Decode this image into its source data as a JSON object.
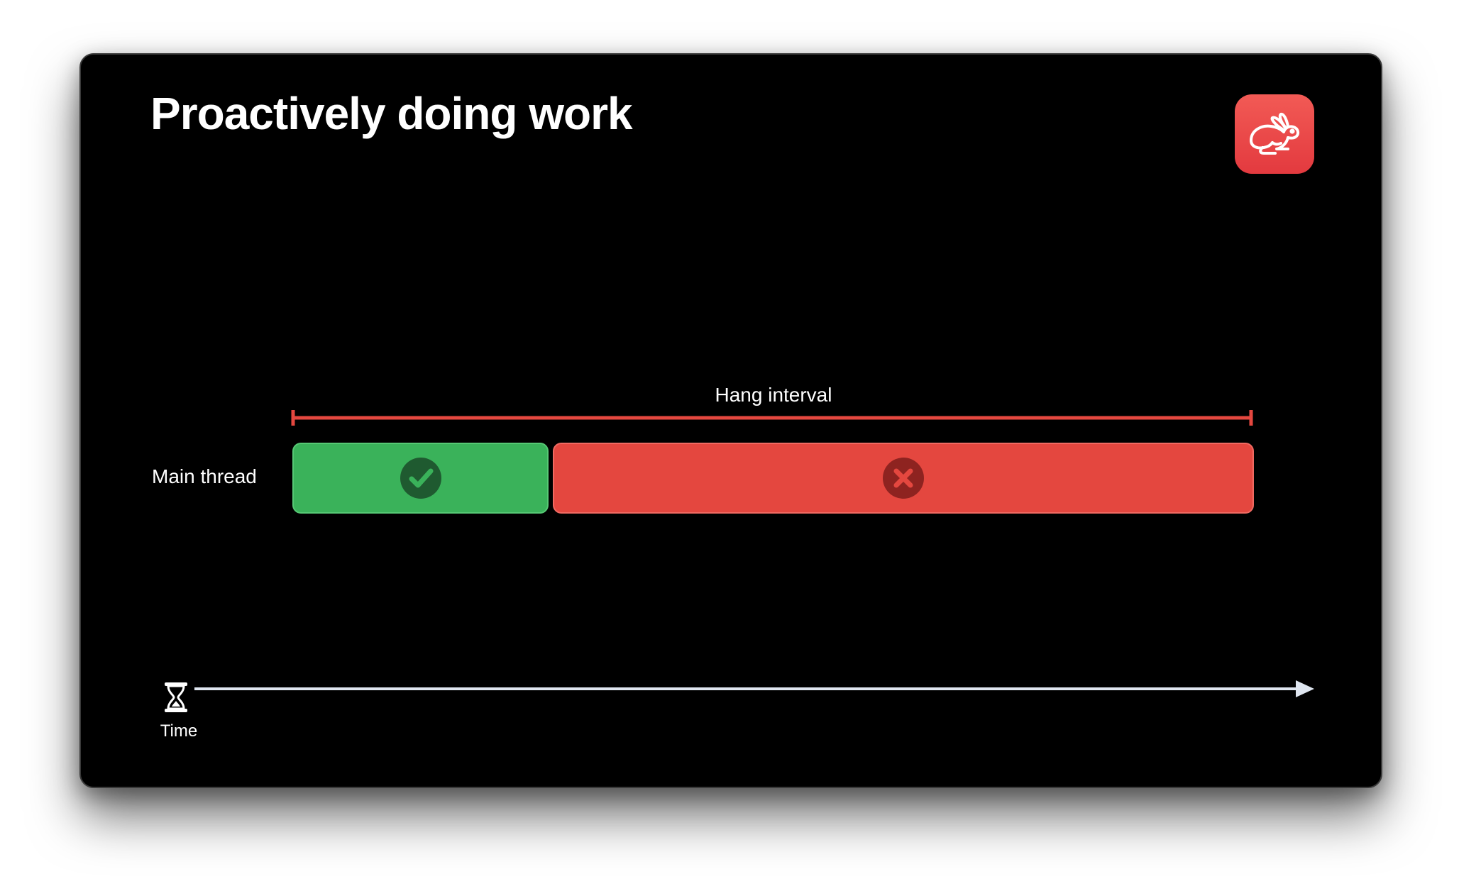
{
  "slide": {
    "title": "Proactively doing work",
    "app_icon": "rabbit-icon"
  },
  "diagram": {
    "hang_label": "Hang interval",
    "thread_label": "Main thread",
    "time_label": "Time",
    "segments": [
      {
        "status": "success",
        "icon": "checkmark-circle-icon",
        "color": "#3ab25a"
      },
      {
        "status": "failure",
        "icon": "xmark-circle-icon",
        "color": "#e4473f"
      }
    ],
    "bracket_color": "#e4473f",
    "axis_color": "#dfe6f0"
  }
}
